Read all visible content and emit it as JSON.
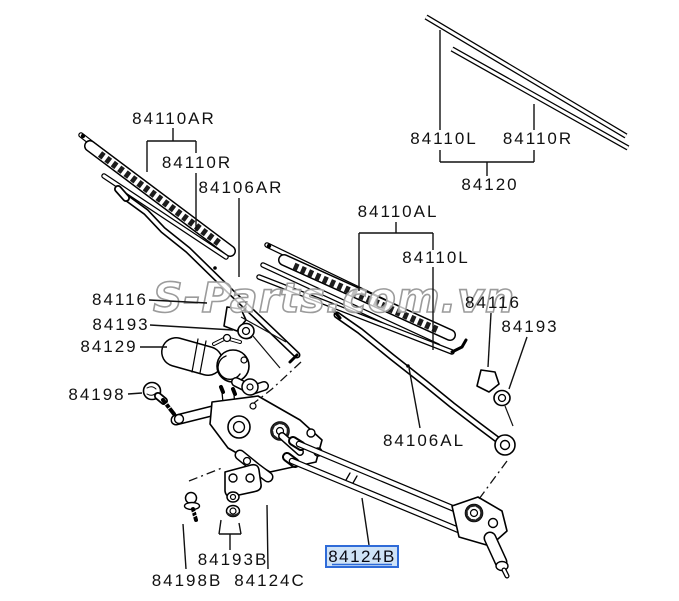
{
  "watermark": "S-Parts.com.vn",
  "colors": {
    "line": "#000000",
    "background": "#ffffff",
    "highlight_border": "#2f6bd8",
    "highlight_fill": "#cfe3f7",
    "highlight_underline": "#2f6bd8",
    "watermark_gray": "#9b9b9b"
  },
  "labels": {
    "blade_assy_r": "84110AR",
    "refill_r_top": "84110R",
    "arm_r": "84106AR",
    "refill_l_kit": "84110L",
    "refill_r_kit": "84110R",
    "refill_kit": "84120",
    "blade_assy_l": "84110AL",
    "refill_l_mid": "84110L",
    "cap_l": "84116",
    "grommet_l": "84193",
    "motor": "84129",
    "bolt_l": "84198",
    "cap_r": "84116",
    "grommet_r": "84193",
    "arm_l": "84106AL",
    "nut_kit": "84193B",
    "bolt_b": "84198B",
    "plate_c": "84124C"
  },
  "selected_part": {
    "label": "84124B"
  }
}
